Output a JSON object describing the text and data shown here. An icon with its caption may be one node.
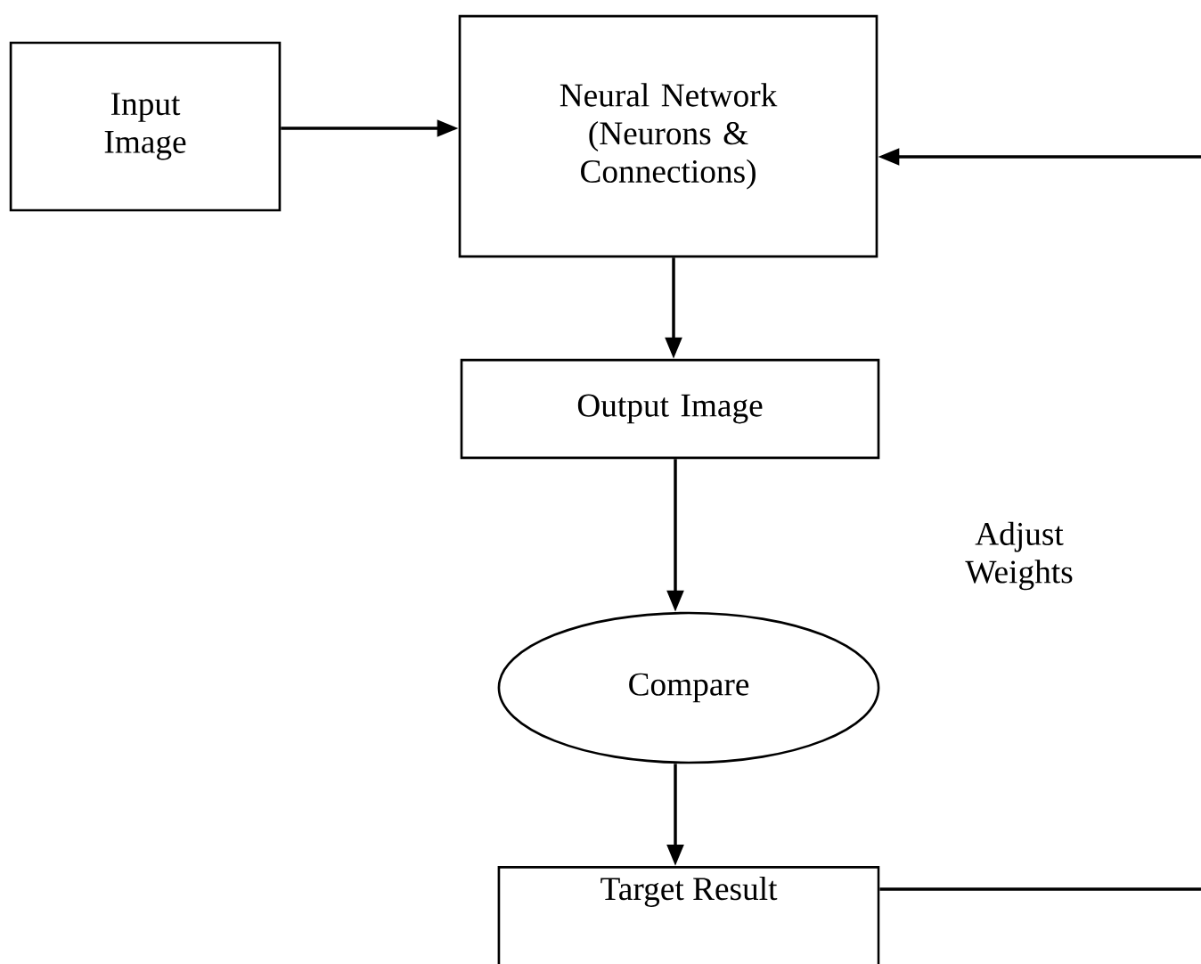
{
  "diagram": {
    "nodes": [
      {
        "text": [
          "Input Image"
        ]
      },
      {
        "text": [
          "Neural Network (Neurons & Connections)"
        ]
      },
      {
        "text": [
          "Output Image"
        ]
      },
      {
        "text": [
          "Compare"
        ]
      },
      {
        "text": [
          "Target Result"
        ]
      }
    ],
    "edges": [
      {
        "from": 0,
        "to": 1,
        "arrow": "to"
      },
      {
        "from": 1,
        "to": 2,
        "arrow": "to"
      },
      {
        "from": 2,
        "to": 3,
        "arrow": "to"
      },
      {
        "from": 3,
        "to": 4,
        "arrow": "to"
      },
      {
        "from": 4,
        "to": null,
        "arrow": "none"
      },
      {
        "from": null,
        "to": 1,
        "arrow": "to"
      }
    ],
    "labels": [
      "Adjust Weights"
    ]
  }
}
